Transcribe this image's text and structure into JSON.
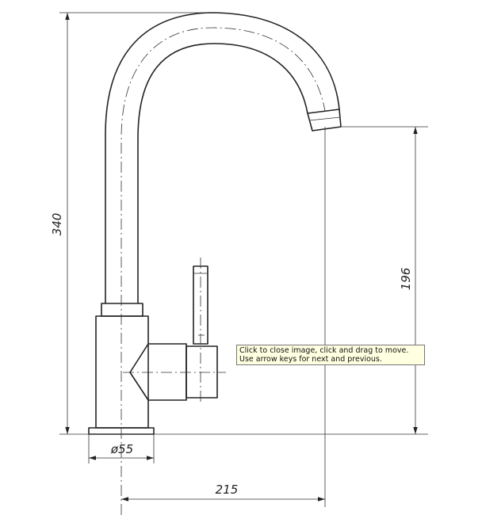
{
  "dimensions": {
    "height_total": "340",
    "height_spout": "196",
    "base_diameter": "ø55",
    "reach": "215"
  },
  "tooltip": {
    "text": "Click to close image, click and drag to move. Use arrow keys for next and previous."
  },
  "colors": {
    "line": "#222222",
    "tooltip_bg": "#ffffe1",
    "tooltip_border": "#777777"
  }
}
